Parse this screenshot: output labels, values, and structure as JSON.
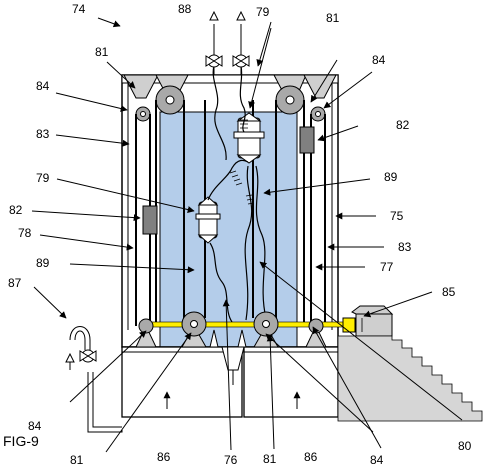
{
  "figure": {
    "caption": "FIG-9"
  },
  "labels": {
    "l74": "74",
    "l88": "88",
    "l79a": "79",
    "l81a": "81",
    "l81b": "81",
    "l84a": "84",
    "l84b": "84",
    "l83a": "83",
    "l82a": "82",
    "l79b": "79",
    "l89a": "89",
    "l82b": "82",
    "l75": "75",
    "l78": "78",
    "l83b": "83",
    "l89b": "89",
    "l77": "77",
    "l87": "87",
    "l85": "85",
    "l84c": "84",
    "l80": "80",
    "l81c": "81",
    "l86a": "86",
    "l76": "76",
    "l81d": "81",
    "l86b": "86",
    "l84d": "84"
  },
  "colors": {
    "liquid": "#b4cdea",
    "frame": "#ffffff",
    "motor_block": "#808080",
    "shaft": "#ffee00",
    "pulley": "#a9a9a9",
    "gear_base": "#cfcfcf"
  }
}
